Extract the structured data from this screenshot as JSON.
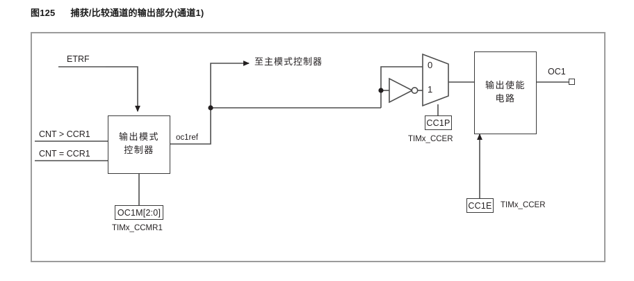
{
  "figure": {
    "number": "图125",
    "caption": "捕获/比较通道的输出部分(通道1)"
  },
  "diagram": {
    "type": "block-diagram",
    "signals": {
      "etrf": "ETRF",
      "cnt_gt_ccr1": "CNT > CCR1",
      "cnt_eq_ccr1": "CNT = CCR1",
      "oc1ref": "oc1ref",
      "to_master_mode": "至主模式控制器",
      "oc1_out": "OC1"
    },
    "blocks": {
      "output_mode_controller": {
        "line1": "输出模式",
        "line2": "控制器"
      },
      "output_enable_circuit": {
        "line1": "输出使能",
        "line2": "电路"
      }
    },
    "mux": {
      "input_0": "0",
      "input_1": "1",
      "select_reg": "CC1P",
      "select_reg_group": "TIMx_CCER"
    },
    "registers": {
      "oc1m": "OC1M[2:0]",
      "oc1m_group": "TIMx_CCMR1",
      "cc1e": "CC1E",
      "cc1e_group": "TIMx_CCER"
    },
    "colors": {
      "wire": "#3a3a3a",
      "frame": "#9b9b9b",
      "text": "#231f20",
      "background": "#ffffff"
    }
  }
}
